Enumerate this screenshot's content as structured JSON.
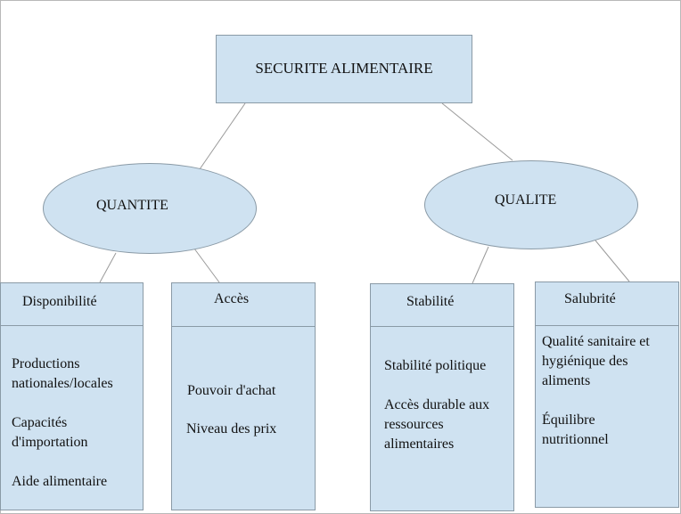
{
  "root": {
    "label": "SECURITE ALIMENTAIRE"
  },
  "quantite": {
    "label": "QUANTITE"
  },
  "qualite": {
    "label": "QUALITE"
  },
  "disponibilite": {
    "title": "Disponibilité",
    "items": [
      "Productions nationales/locales",
      "Capacités d'importation",
      "Aide alimentaire"
    ]
  },
  "acces": {
    "title": "Accès",
    "items": [
      "Pouvoir d'achat",
      "Niveau des prix"
    ]
  },
  "stabilite": {
    "title": "Stabilité",
    "items": [
      "Stabilité politique",
      "Accès durable aux ressources alimentaires"
    ]
  },
  "salubrite": {
    "title": "Salubrité",
    "items": [
      "Qualité sanitaire et hygiénique des aliments",
      "Équilibre nutritionnel"
    ]
  },
  "colors": {
    "fill": "#cfe2f1",
    "border": "#8a9aa6",
    "connector": "#9a9a9a"
  }
}
